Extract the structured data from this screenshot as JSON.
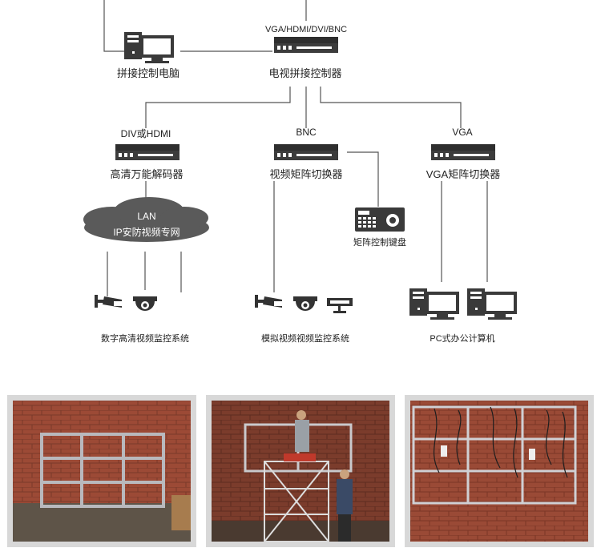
{
  "diagram": {
    "top_controller": {
      "signal_label": "VGA/HDMI/DVI/BNC",
      "name": "电视拼接控制器"
    },
    "pc": {
      "name": "拼接控制电脑"
    },
    "decoder": {
      "signal_label": "DIV或HDMI",
      "name": "高清万能解码器"
    },
    "bnc_matrix": {
      "signal_label": "BNC",
      "name": "视频矩阵切换器"
    },
    "vga_matrix": {
      "signal_label": "VGA",
      "name": "VGA矩阵切换器"
    },
    "cloud": {
      "line1": "LAN",
      "line2": "IP安防视频专网"
    },
    "keyboard": {
      "name": "矩阵控制键盘"
    },
    "groups": {
      "hd": "数字高清视频监控系统",
      "analog": "模拟视频视频监控系统",
      "pc": "PC式办公计算机"
    },
    "icons": [
      "server-box-icon",
      "desktop-computer-icon",
      "cctv-bullet-camera-icon",
      "dome-camera-icon",
      "box-camera-icon",
      "control-keyboard-icon",
      "network-cloud-icon"
    ]
  },
  "photos": [
    {
      "name": "steel-frame-on-brick-wall"
    },
    {
      "name": "workers-installing-frame"
    },
    {
      "name": "frame-with-mounted-cables"
    }
  ],
  "colors": {
    "line": "#555555",
    "device": "#3a3a3a",
    "cloud": "#555555",
    "brick": "#9c4a36"
  }
}
